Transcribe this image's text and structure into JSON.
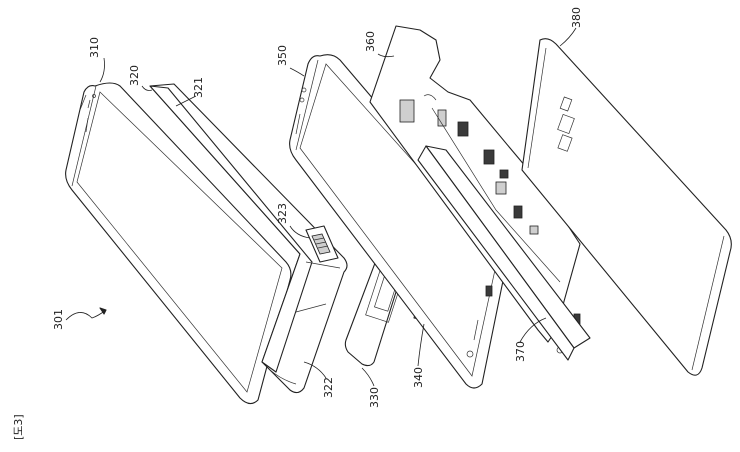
{
  "figure_label": "[도3]",
  "labels": {
    "l301": "301",
    "l310": "310",
    "l320": "320",
    "l321": "321",
    "l322": "322",
    "l323": "323",
    "l330": "330",
    "l340": "340",
    "l350": "350",
    "l360": "360",
    "l370": "370",
    "l380": "380"
  }
}
